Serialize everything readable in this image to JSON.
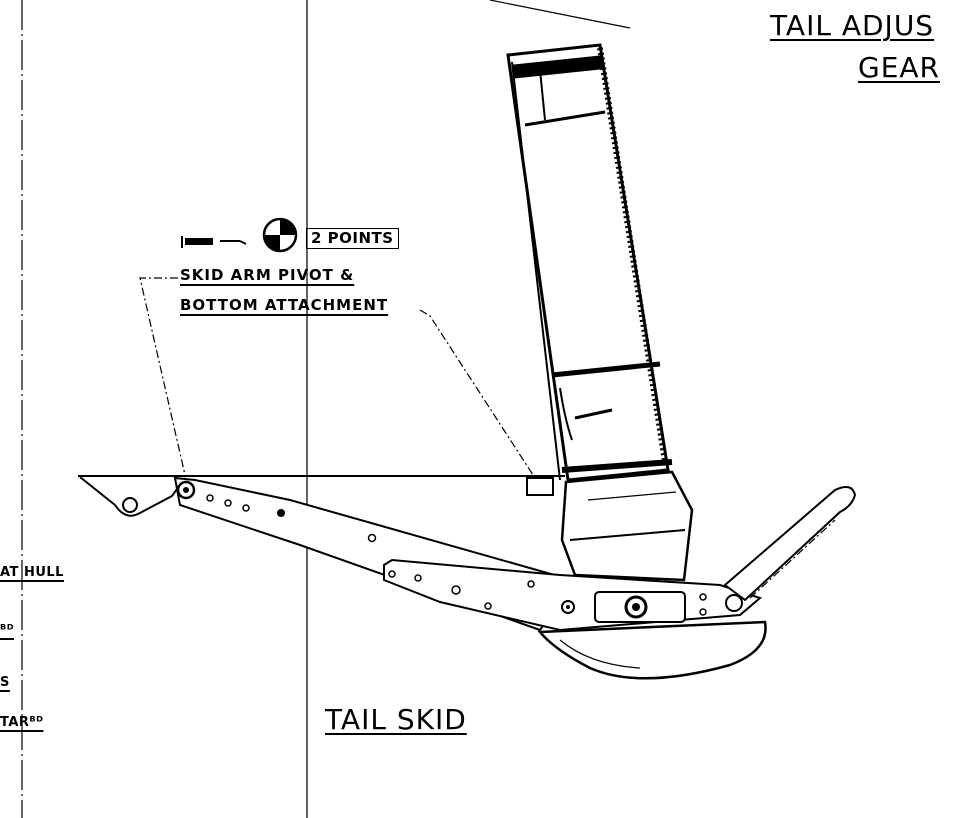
{
  "title": {
    "line1": "TAIL  ADJUS",
    "line2": "GEAR"
  },
  "points_note": "2 POINTS",
  "skid_arm_note": {
    "line1": "SKID ARM PIVOT &",
    "line2": "BOTTOM ATTACHMENT"
  },
  "left_edge_labels": [
    "AT HULL",
    "ᴮᴰ",
    "S",
    "TARᴮᴰ"
  ],
  "caption": "TAIL  SKID",
  "icons": {
    "torque_symbol": "torque-wrench-icon",
    "lubrication_symbol": "lubrication-point-icon"
  }
}
